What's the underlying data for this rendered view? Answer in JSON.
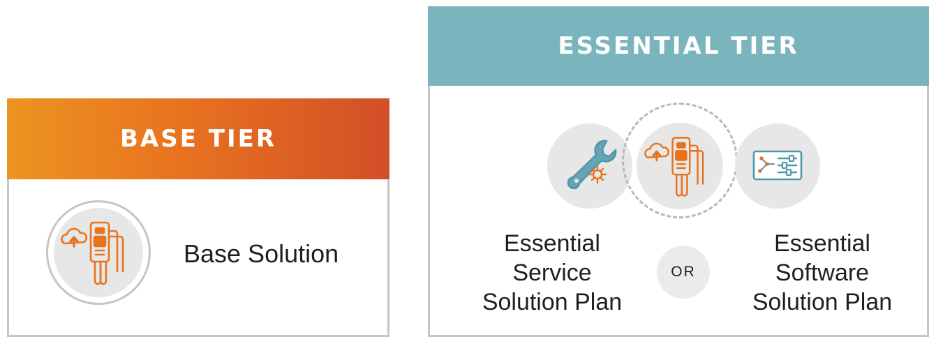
{
  "base_tier": {
    "title": "BASE TIER",
    "solution_label": "Base Solution",
    "icon": "device-cloud-upload-icon"
  },
  "essential_tier": {
    "title": "ESSENTIAL TIER",
    "icons": [
      "wrench-gear-icon",
      "device-cloud-upload-icon",
      "software-sliders-icon"
    ],
    "service_plan": {
      "line1": "Essential",
      "line2": "Service",
      "line3": "Solution Plan"
    },
    "software_plan": {
      "line1": "Essential",
      "line2": "Software",
      "line3": "Solution Plan"
    },
    "or_label": "OR"
  },
  "colors": {
    "base_gradient": [
      "#ec9420",
      "#e8731f",
      "#d24f27"
    ],
    "essential_header": "#7ab5be",
    "icon_orange": "#e8731f",
    "icon_teal": "#4f98ab",
    "border_gray": "#c6c6c6"
  }
}
